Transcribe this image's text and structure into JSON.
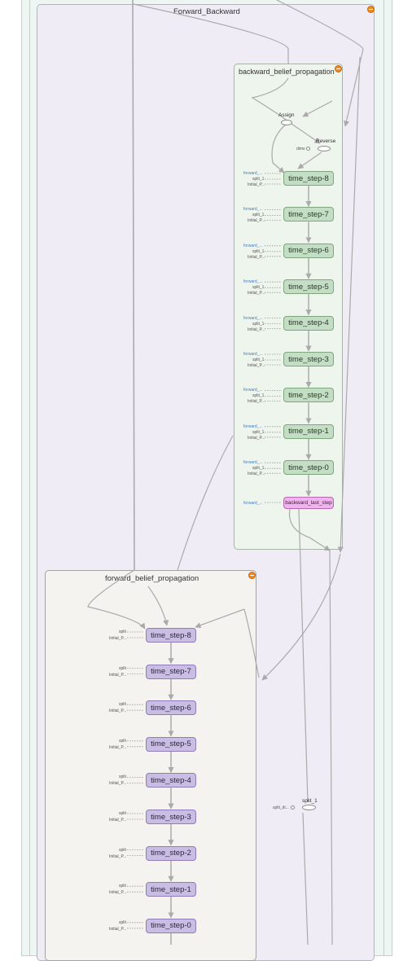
{
  "groups": {
    "forward_backward": "Forward_Backward",
    "backward": "backward_belief_propagation",
    "forward": "forward_belief_propagation"
  },
  "backward_ops": {
    "assign": "Assign",
    "reverse": "Reverse",
    "dims": "dims"
  },
  "backward_nodes": [
    "time_step-8",
    "time_step-7",
    "time_step-6",
    "time_step-5",
    "time_step-4",
    "time_step-3",
    "time_step-2",
    "time_step-1",
    "time_step-0"
  ],
  "backward_last": "backward_last_step",
  "backward_inputs": {
    "forward": "forward_...",
    "split": "split_1",
    "initial": "Initial_P..."
  },
  "forward_nodes": [
    "time_step-8",
    "time_step-7",
    "time_step-6",
    "time_step-5",
    "time_step-4",
    "time_step-3",
    "time_step-2",
    "time_step-1",
    "time_step-0"
  ],
  "forward_inputs": {
    "split": "split",
    "initial": "Initial_P..."
  },
  "split_1_op": {
    "label": "split_1",
    "input": "split_di..."
  },
  "colors": {
    "outer": "#eef6f3",
    "forward_backward": "#f0ecf6",
    "backward_group": "#eef5ec",
    "forward_group": "#f4f3ef",
    "green_node": "#c3dec4",
    "purple_node": "#c9bde3",
    "pink_node": "#f0b3ee",
    "expand_button": "#f08a1a",
    "edge": "#aaaaaa"
  },
  "icons": [
    "expand-icon"
  ]
}
